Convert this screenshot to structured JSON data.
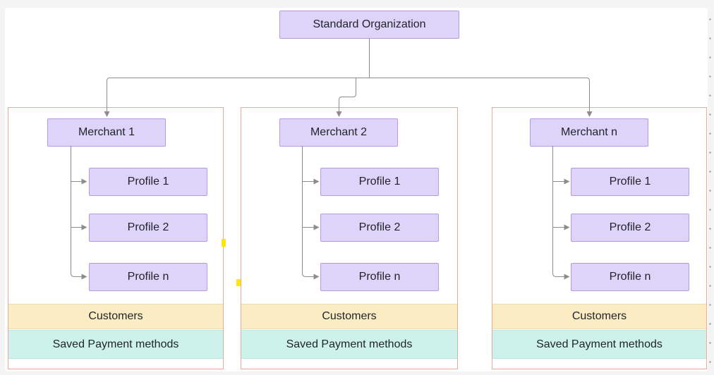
{
  "colors": {
    "page-bg": "#f4f4f5",
    "canvas-bg": "#ffffff",
    "group-border": "#f0a795",
    "node-fill": "#ded3f9",
    "node-border": "#b49ae3",
    "customers-fill": "#fbecc3",
    "customers-border": "#f0dda6",
    "saved-fill": "#cdf2ec",
    "saved-border": "#b6e8df",
    "connector": "#8c8c8c",
    "text": "#21252b",
    "marker-yellow": "#ffe70a",
    "dot": "#ababab"
  },
  "organization": {
    "label": "Standard Organization"
  },
  "merchants": [
    {
      "label": "Merchant 1",
      "profiles": [
        "Profile 1",
        "Profile 2",
        "Profile n"
      ]
    },
    {
      "label": "Merchant 2",
      "profiles": [
        "Profile 1",
        "Profile 2",
        "Profile n"
      ]
    },
    {
      "label": "Merchant n",
      "profiles": [
        "Profile 1",
        "Profile 2",
        "Profile n"
      ]
    }
  ],
  "bands": {
    "customers": "Customers",
    "saved_payment": "Saved Payment methods"
  }
}
